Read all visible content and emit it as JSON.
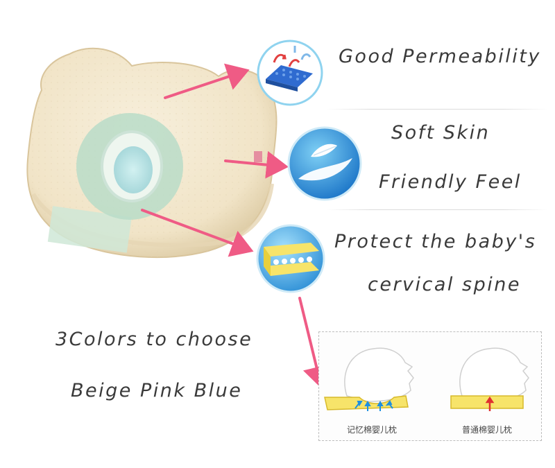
{
  "features": [
    {
      "text": "Good Permeability",
      "icon": "mesh-airflow-icon"
    },
    {
      "text": "Soft Skin",
      "icon": "feather-icon"
    },
    {
      "text": "Friendly Feel"
    },
    {
      "text": "Protect the baby's",
      "icon": "foam-layer-icon"
    },
    {
      "text": "cervical spine"
    }
  ],
  "colors_heading": "3Colors to choose",
  "colors_list": "Beige Pink Blue",
  "comparison": {
    "left_caption": "记忆棉婴儿枕",
    "right_caption": "普通棉婴儿枕"
  },
  "palette": {
    "arrow": "#ef5b85",
    "pillow": "#f4e9d2",
    "circle_border": "#8fd3ef",
    "foam_yellow": "#f7e46a"
  }
}
